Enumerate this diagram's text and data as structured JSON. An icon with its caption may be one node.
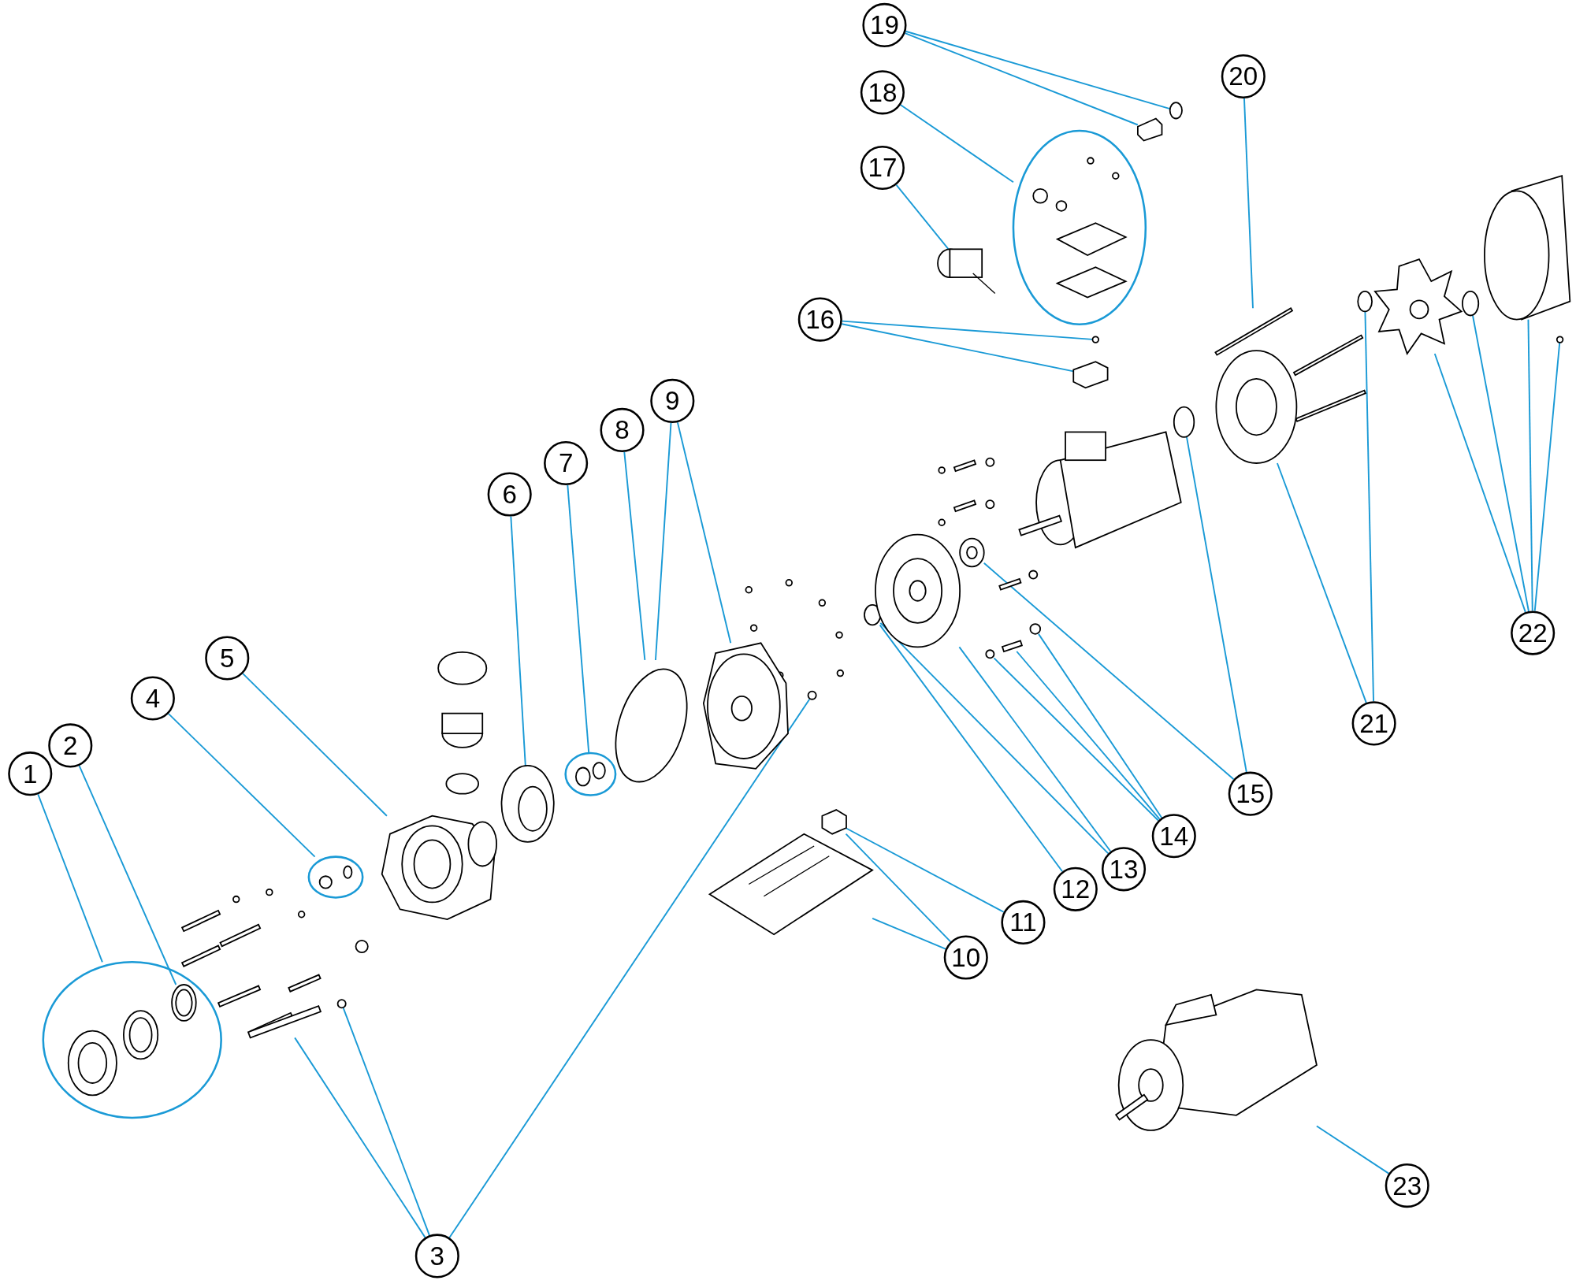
{
  "diagram": {
    "nodes": [
      {
        "text": [
          "1"
        ]
      },
      {
        "text": [
          "2"
        ]
      },
      {
        "text": [
          "3"
        ]
      },
      {
        "text": [
          "4"
        ]
      },
      {
        "text": [
          "5"
        ]
      },
      {
        "text": [
          "6"
        ]
      },
      {
        "text": [
          "7"
        ]
      },
      {
        "text": [
          "8"
        ]
      },
      {
        "text": [
          "9"
        ]
      },
      {
        "text": [
          "10"
        ]
      },
      {
        "text": [
          "11"
        ]
      },
      {
        "text": [
          "12"
        ]
      },
      {
        "text": [
          "13"
        ]
      },
      {
        "text": [
          "14"
        ]
      },
      {
        "text": [
          "15"
        ]
      },
      {
        "text": [
          "16"
        ]
      },
      {
        "text": [
          "17"
        ]
      },
      {
        "text": [
          "18"
        ]
      },
      {
        "text": [
          "19"
        ]
      },
      {
        "text": [
          "20"
        ]
      },
      {
        "text": [
          "21"
        ]
      },
      {
        "text": [
          "22"
        ]
      },
      {
        "text": [
          "23"
        ]
      },
      {
        "text": [],
        "shape": "picture"
      },
      {
        "text": [],
        "shape": "picture",
        "in": 23
      },
      {
        "text": [],
        "shape": "bar"
      },
      {
        "text": [],
        "shape": "circle"
      },
      {
        "text": [],
        "shape": "circle"
      },
      {
        "text": [],
        "shape": "picture"
      },
      {
        "text": [],
        "shape": "picture"
      },
      {
        "text": [],
        "shape": "picture"
      },
      {
        "text": [],
        "shape": "picture"
      },
      {
        "text": [],
        "shape": "circle"
      },
      {
        "text": [],
        "shape": "picture"
      },
      {
        "text": [],
        "shape": "picture"
      },
      {
        "text": [],
        "shape": "picture"
      },
      {
        "text": [],
        "shape": "circle"
      },
      {
        "text": [],
        "shape": "picture"
      },
      {
        "text": [],
        "shape": "circle"
      },
      {
        "text": [],
        "shape": "bar"
      },
      {
        "text": [],
        "shape": "circle"
      },
      {
        "text": [],
        "shape": "picture"
      },
      {
        "text": [],
        "shape": "circle"
      },
      {
        "text": [],
        "shape": "circle"
      },
      {
        "text": [],
        "shape": "picture"
      },
      {
        "text": [],
        "shape": "picture"
      },
      {
        "text": [],
        "shape": "picture"
      },
      {
        "text": [],
        "shape": "circle"
      },
      {
        "text": [],
        "shape": "picture"
      },
      {
        "text": [],
        "shape": "bar"
      },
      {
        "text": [],
        "shape": "picture"
      },
      {
        "text": [],
        "shape": "circle"
      },
      {
        "text": [],
        "shape": "picture"
      },
      {
        "text": [],
        "shape": "circle"
      },
      {
        "text": [],
        "shape": "picture"
      },
      {
        "text": [],
        "shape": "circle"
      },
      {
        "text": [],
        "shape": "picture"
      }
    ],
    "edges": [
      {
        "from": 0,
        "to": 23,
        "arrow": "none"
      },
      {
        "from": 1,
        "to": 24,
        "arrow": "none"
      },
      {
        "from": 2,
        "to": 25,
        "arrow": "none"
      },
      {
        "from": 2,
        "to": 26,
        "arrow": "none"
      },
      {
        "from": 2,
        "to": 27,
        "arrow": "none"
      },
      {
        "from": 3,
        "to": 28,
        "arrow": "none"
      },
      {
        "from": 4,
        "to": 29,
        "arrow": "none"
      },
      {
        "from": 5,
        "to": 30,
        "arrow": "none"
      },
      {
        "from": 6,
        "to": 31,
        "arrow": "none"
      },
      {
        "from": 7,
        "to": 32,
        "arrow": "none"
      },
      {
        "from": 8,
        "to": 32,
        "arrow": "none"
      },
      {
        "from": 8,
        "to": 33,
        "arrow": "none"
      },
      {
        "from": 9,
        "to": 34,
        "arrow": "none"
      },
      {
        "from": 9,
        "to": 35,
        "arrow": "none"
      },
      {
        "from": 10,
        "to": 34,
        "arrow": "none"
      },
      {
        "from": 11,
        "to": 36,
        "arrow": "none"
      },
      {
        "from": 12,
        "to": 36,
        "arrow": "none"
      },
      {
        "from": 12,
        "to": 37,
        "arrow": "none"
      },
      {
        "from": 13,
        "to": 38,
        "arrow": "none"
      },
      {
        "from": 13,
        "to": 39,
        "arrow": "none"
      },
      {
        "from": 13,
        "to": 40,
        "arrow": "none"
      },
      {
        "from": 14,
        "to": 41,
        "arrow": "none"
      },
      {
        "from": 14,
        "to": 42,
        "arrow": "none"
      },
      {
        "from": 15,
        "to": 43,
        "arrow": "none"
      },
      {
        "from": 15,
        "to": 44,
        "arrow": "none"
      },
      {
        "from": 16,
        "to": 45,
        "arrow": "none"
      },
      {
        "from": 17,
        "to": 46,
        "arrow": "none"
      },
      {
        "from": 18,
        "to": 47,
        "arrow": "none"
      },
      {
        "from": 18,
        "to": 48,
        "arrow": "none"
      },
      {
        "from": 19,
        "to": 49,
        "arrow": "none"
      },
      {
        "from": 20,
        "to": 50,
        "arrow": "none"
      },
      {
        "from": 20,
        "to": 51,
        "arrow": "none"
      },
      {
        "from": 21,
        "to": 52,
        "arrow": "none"
      },
      {
        "from": 21,
        "to": 53,
        "arrow": "none"
      },
      {
        "from": 21,
        "to": 54,
        "arrow": "none"
      },
      {
        "from": 21,
        "to": 55,
        "arrow": "none"
      },
      {
        "from": 22,
        "to": 56,
        "arrow": "none"
      }
    ]
  }
}
